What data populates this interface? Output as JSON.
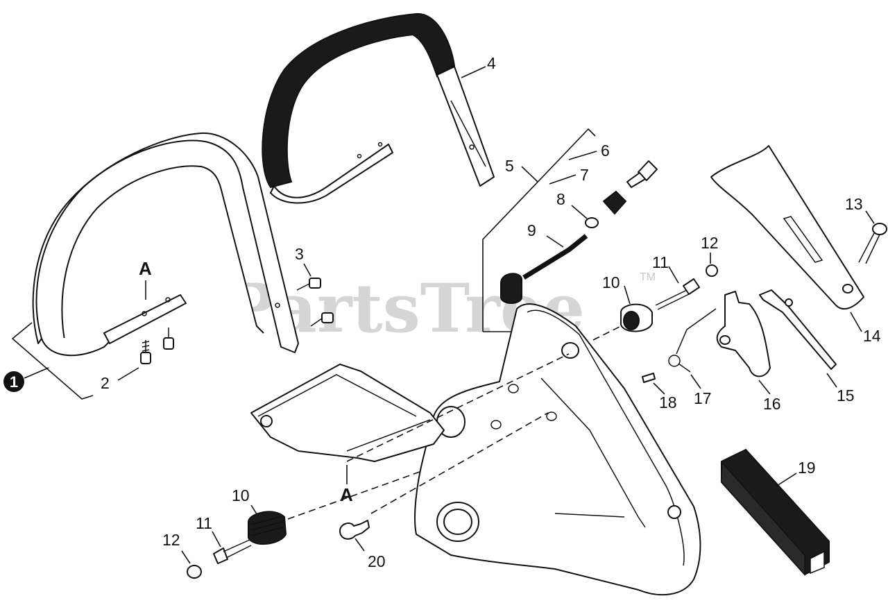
{
  "watermark": {
    "brand": "PartsTree",
    "trademark": "TM"
  },
  "reference_marks": {
    "upper": "A",
    "lower": "A"
  },
  "callouts": {
    "c1": "1",
    "c2": "2",
    "c3": "3",
    "c4": "4",
    "c5": "5",
    "c6": "6",
    "c7": "7",
    "c8": "8",
    "c9": "9",
    "c10_upper": "10",
    "c10_lower": "10",
    "c11_upper": "11",
    "c11_lower": "11",
    "c12_upper": "12",
    "c12_lower": "12",
    "c13": "13",
    "c14": "14",
    "c15": "15",
    "c16": "16",
    "c17": "17",
    "c18": "18",
    "c19": "19",
    "c20": "20"
  }
}
